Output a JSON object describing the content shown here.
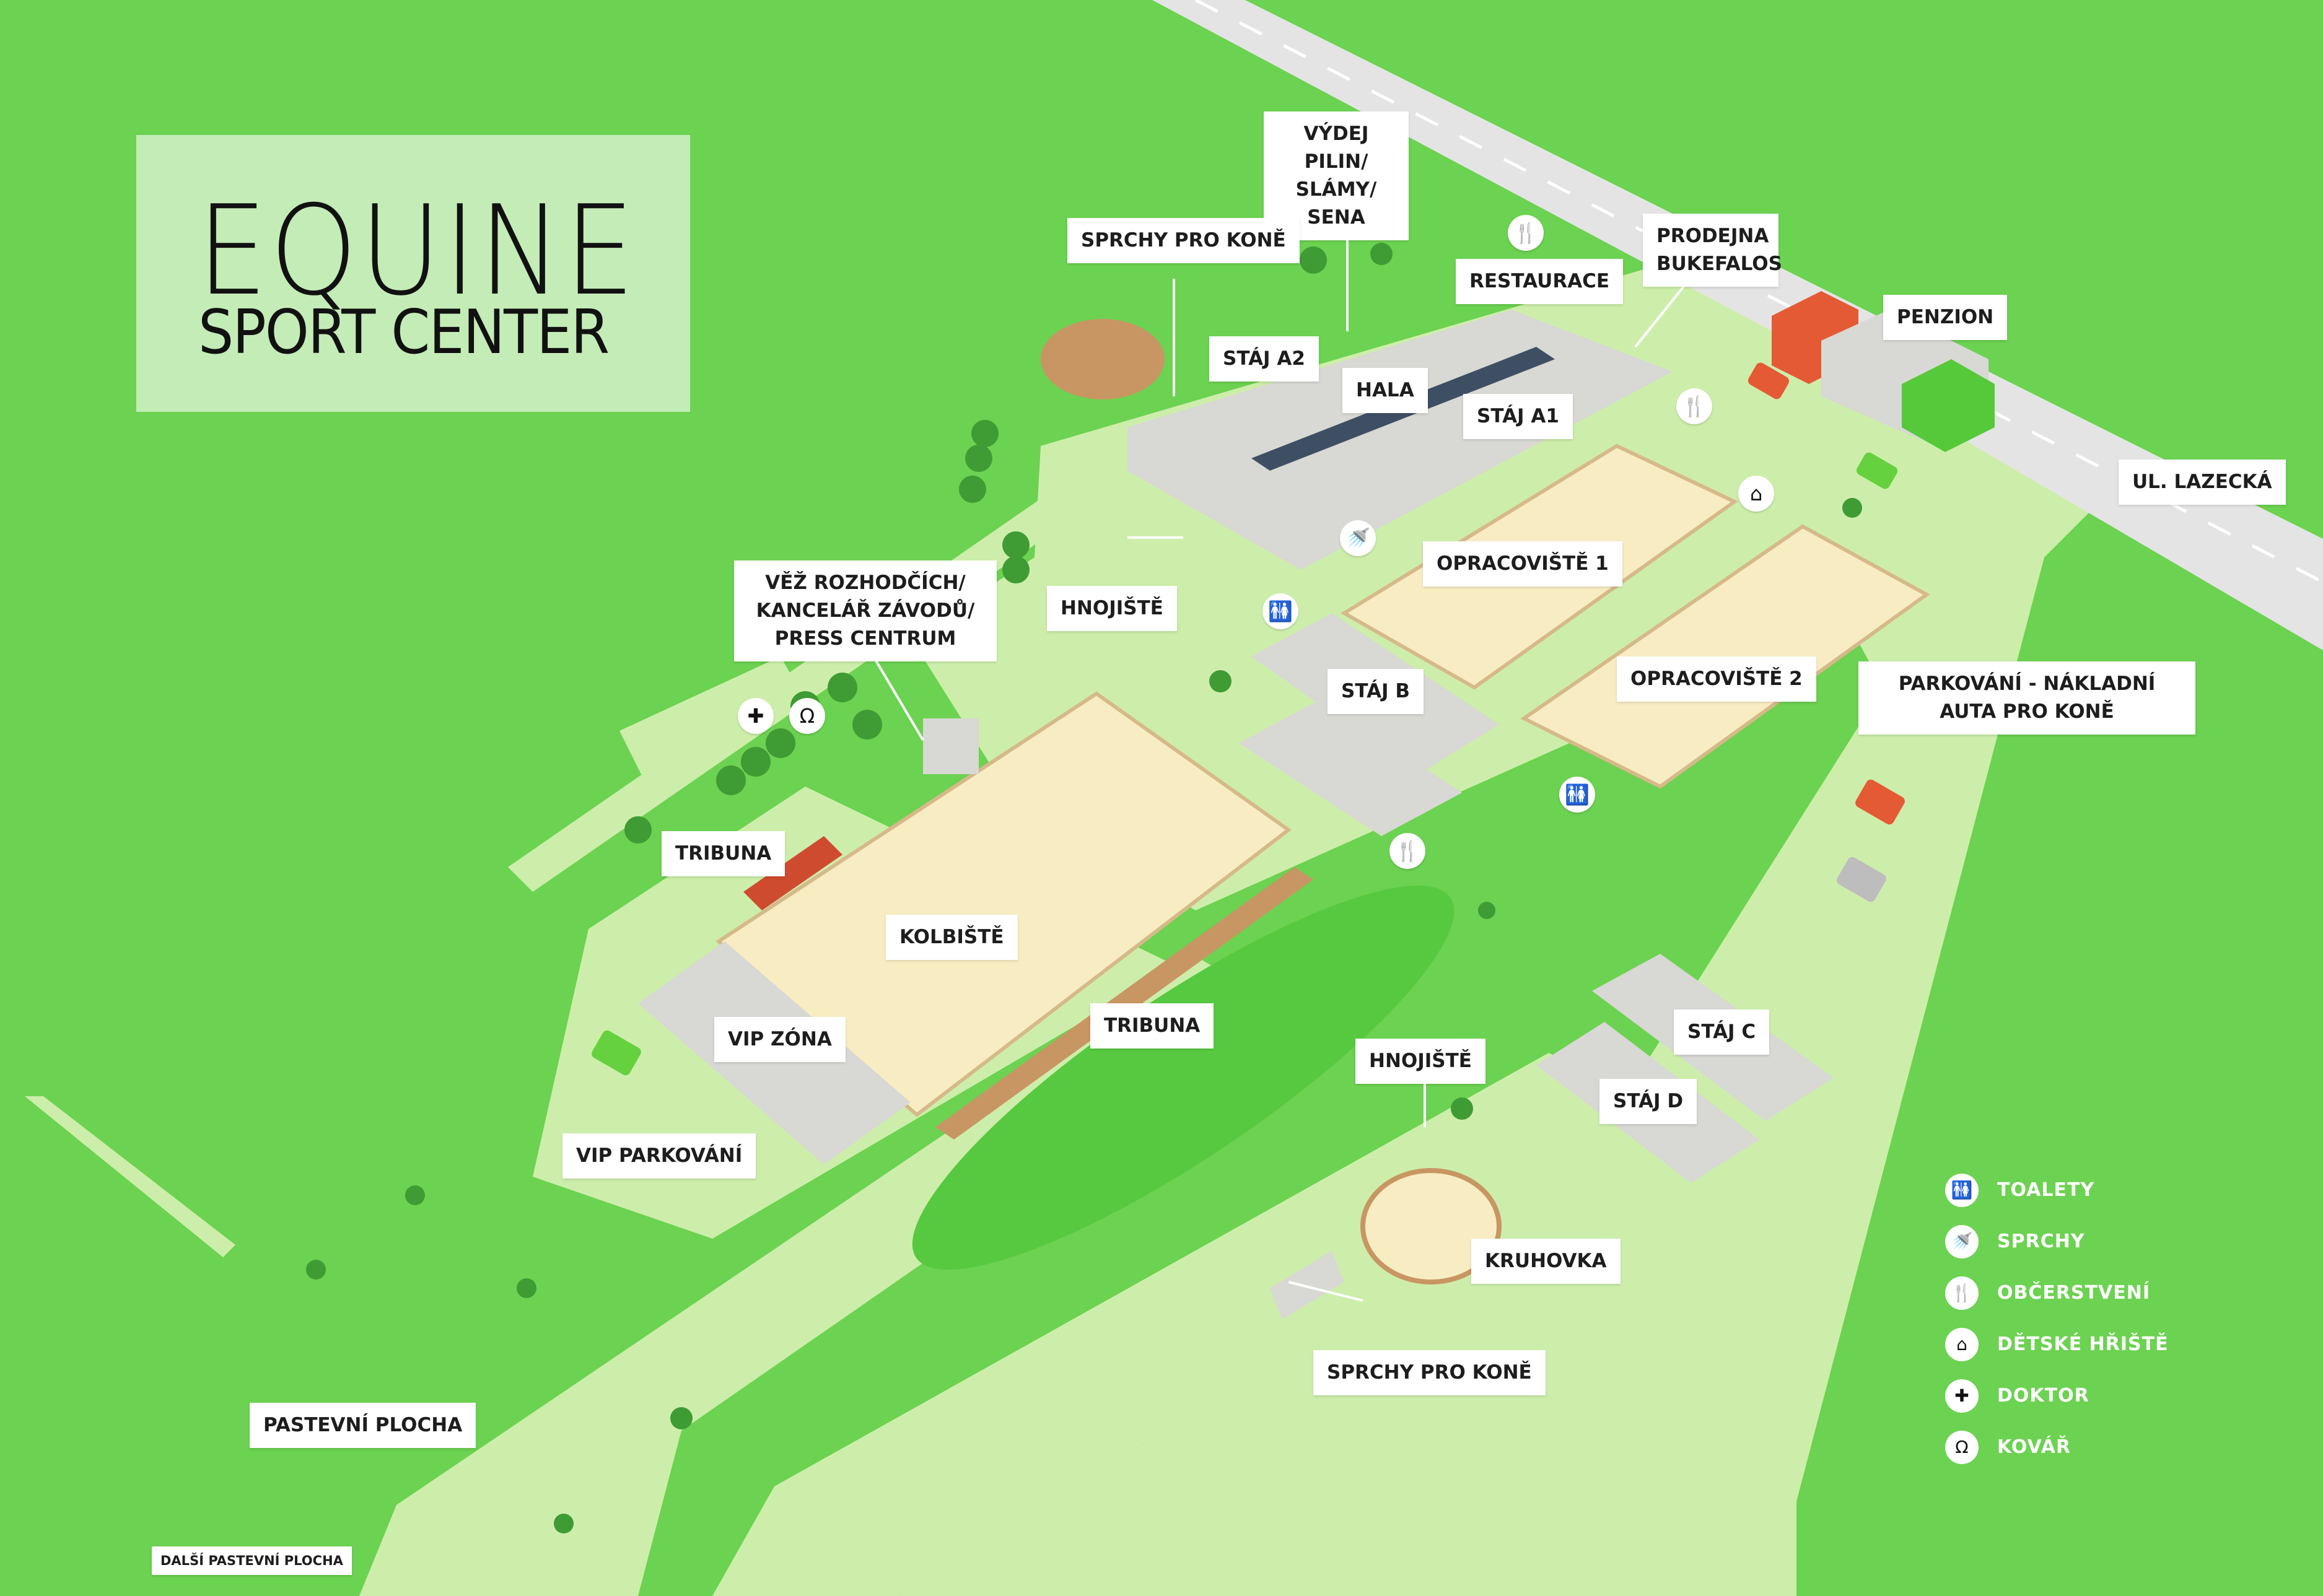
{
  "logo": {
    "line1": "EQUINE",
    "line2": "SPORT CENTER"
  },
  "labels": {
    "vydej": "VÝDEJ PILIN/ SLÁMY/ SENA",
    "sprchy_kone_top": "SPRCHY PRO KONĚ",
    "restaurace": "RESTAURACE",
    "prodejna": "PRODEJNA BUKEFALOS",
    "penzion": "PENZION",
    "staj_a2": "STÁJ A2",
    "hala": "HALA",
    "staj_a1": "STÁJ A1",
    "ul_lazecka": "UL. LAZECKÁ",
    "opracoviste1": "OPRACOVIŠTĚ 1",
    "hnojiste_top": "HNOJIŠTĚ",
    "vez": "VĚŽ ROZHODČÍCH/ KANCELÁŘ ZÁVODŮ/ PRESS CENTRUM",
    "staj_b": "STÁJ B",
    "opracoviste2": "OPRACOVIŠTĚ 2",
    "parkovani": "PARKOVÁNÍ - NÁKLADNÍ AUTA PRO KONĚ",
    "tribuna_left": "TRIBUNA",
    "kolbiste": "KOLBIŠTĚ",
    "tribuna_right": "TRIBUNA",
    "vip_zona": "VIP ZÓNA",
    "vip_parkovani": "VIP PARKOVÁNÍ",
    "staj_c": "STÁJ C",
    "hnojiste_bottom": "HNOJIŠTĚ",
    "staj_d": "STÁJ D",
    "kruhovka": "KRUHOVKA",
    "sprchy_kone_bottom": "SPRCHY PRO KONĚ",
    "pastevni": "PASTEVNÍ PLOCHA",
    "dalsi_pastevni": "DALŠÍ PASTEVNÍ PLOCHA"
  },
  "legend": [
    {
      "icon": "toilet-icon",
      "glyph": "🚻",
      "label": "TOALETY"
    },
    {
      "icon": "shower-icon",
      "glyph": "🚿",
      "label": "SPRCHY"
    },
    {
      "icon": "food-icon",
      "glyph": "🍴",
      "label": "OBČERSTVENÍ"
    },
    {
      "icon": "playground-icon",
      "glyph": "⌂",
      "label": "DĚTSKÉ HŘIŠTĚ"
    },
    {
      "icon": "doctor-icon",
      "glyph": "✚",
      "label": "DOKTOR"
    },
    {
      "icon": "horseshoe-icon",
      "glyph": "Ω",
      "label": "KOVÁŘ"
    }
  ],
  "colors": {
    "grass": "#6cd251",
    "path": "#cdeeaa",
    "arena": "#f8edc2",
    "building": "#d9d9d5",
    "label_bg": "#ffffff",
    "logo_bg": "#c4ecb7",
    "road": "#e4e4e4"
  }
}
